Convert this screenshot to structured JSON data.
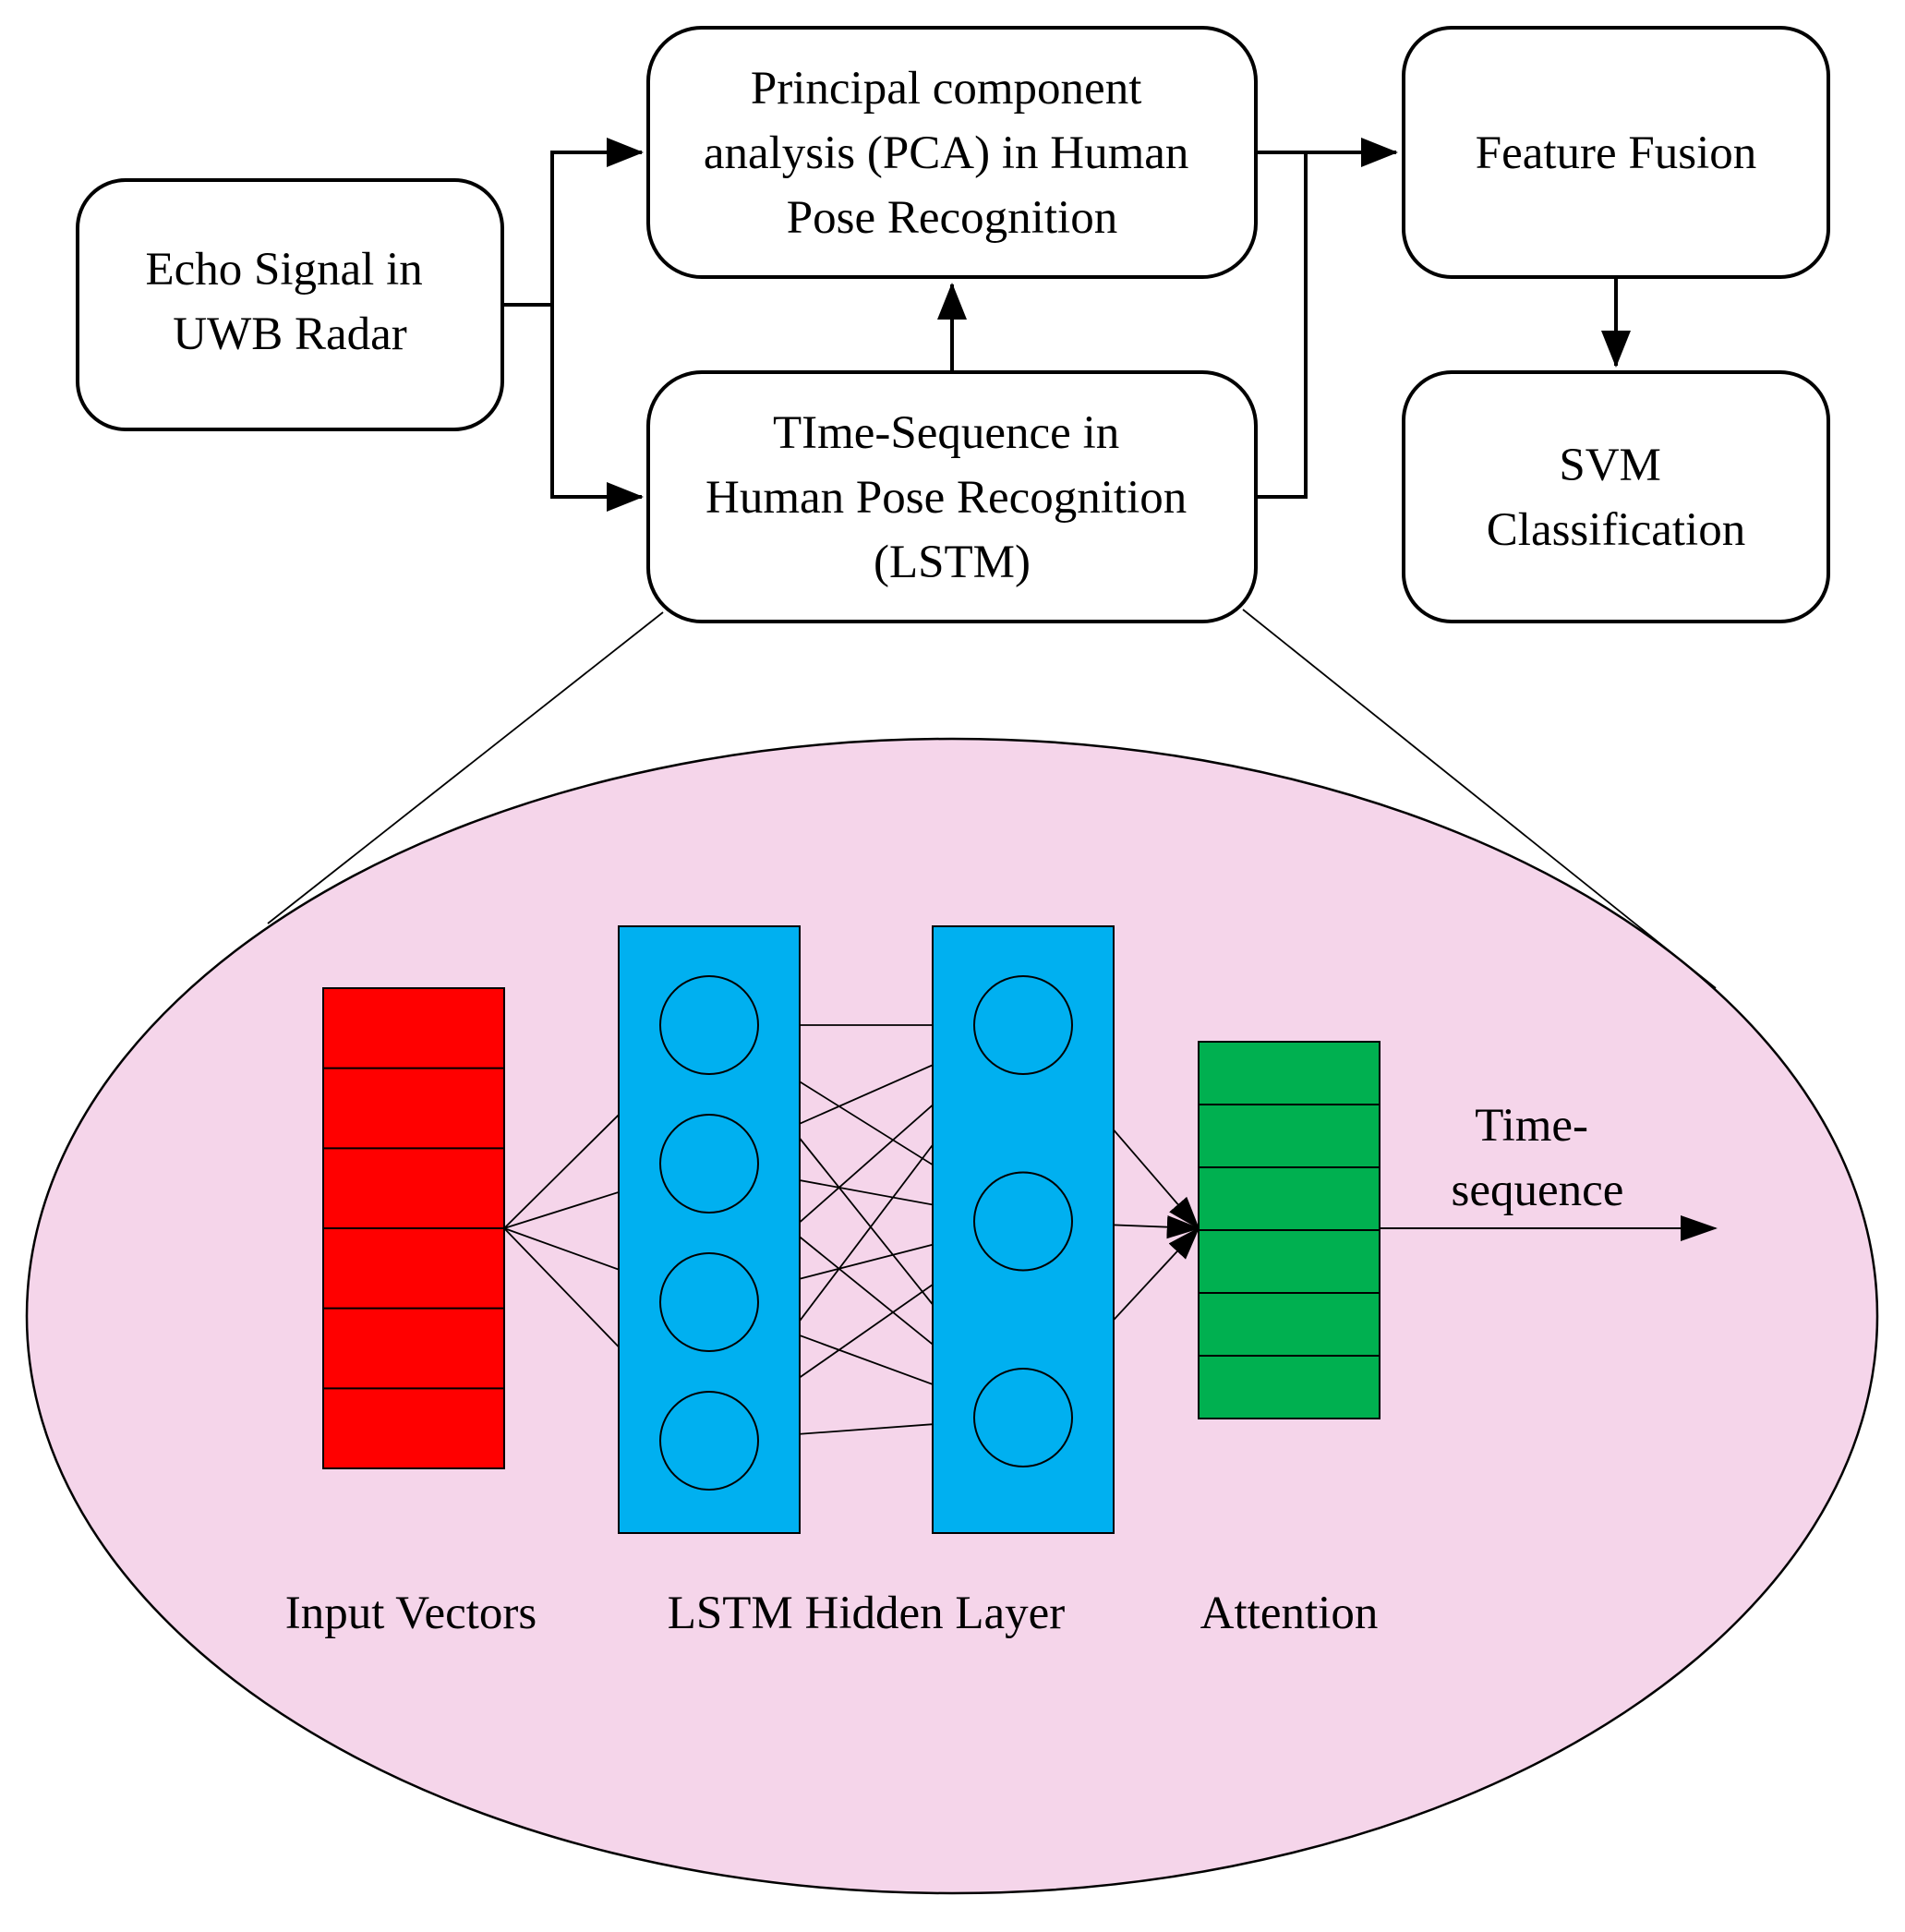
{
  "boxes": {
    "echo": {
      "lines": [
        "Echo Signal in",
        "UWB Radar"
      ]
    },
    "pca": {
      "lines": [
        "Principal component",
        "analysis (PCA) in Human",
        "Pose Recognition"
      ]
    },
    "lstm_seq": {
      "lines": [
        "TIme-Sequence in",
        "Human Pose Recognition",
        "(LSTM)"
      ]
    },
    "fusion": {
      "lines": [
        "Feature Fusion"
      ]
    },
    "svm": {
      "lines": [
        "SVM",
        "Classification"
      ]
    }
  },
  "detail": {
    "input_label": "Input Vectors",
    "hidden_label": "LSTM Hidden Layer",
    "attention_label": "Attention",
    "output_label_lines": [
      "Time-",
      "sequence"
    ],
    "input_cells": 6,
    "attention_cells": 6,
    "hidden_layer_1_nodes": 4,
    "hidden_layer_2_nodes": 3
  },
  "colors": {
    "ellipse_fill": "#f5d5ea",
    "input_fill": "#ff0000",
    "hidden_fill": "#00b0f0",
    "attention_fill": "#00b050"
  }
}
